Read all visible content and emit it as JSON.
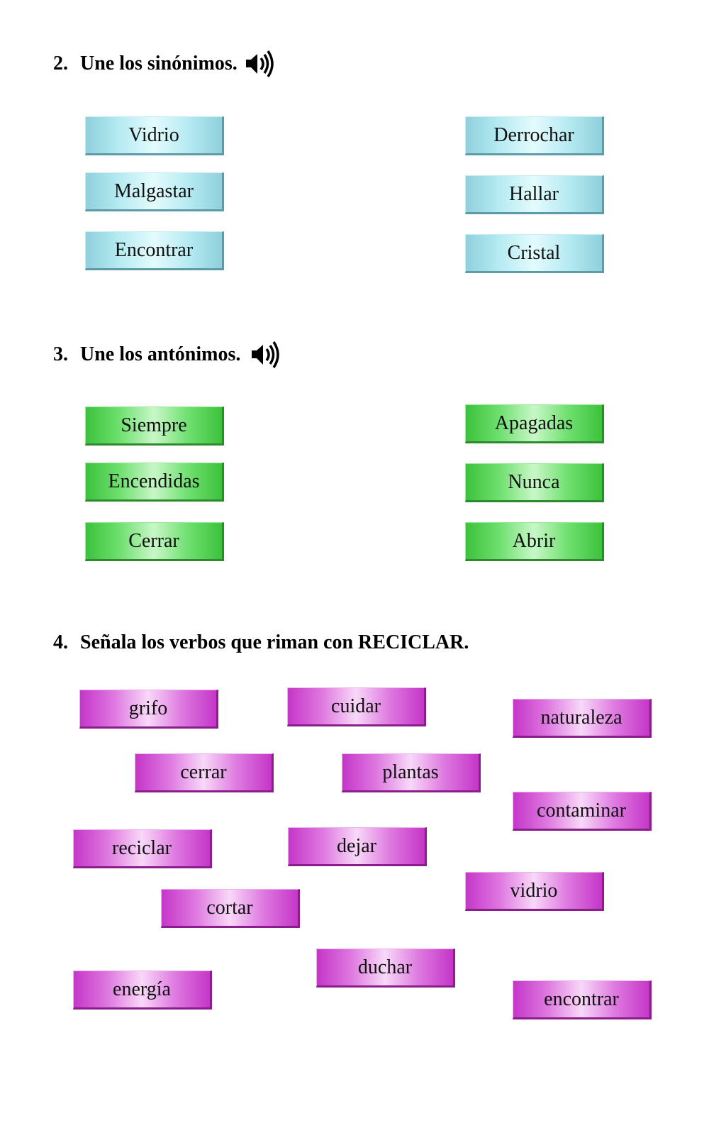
{
  "section2": {
    "number": "2.",
    "title": "Une los sinónimos.",
    "audio_icon": "speaker-icon",
    "left_items": [
      "Vidrio",
      "Malgastar",
      "Encontrar"
    ],
    "right_items": [
      "Derrochar",
      "Hallar",
      "Cristal"
    ]
  },
  "section3": {
    "number": "3.",
    "title": "Une los antónimos.",
    "audio_icon": "speaker-icon",
    "left_items": [
      "Siempre",
      "Encendidas",
      "Cerrar"
    ],
    "right_items": [
      "Apagadas",
      "Nunca",
      "Abrir"
    ]
  },
  "section4": {
    "number": "4.",
    "title": "Señala los verbos que riman con RECICLAR.",
    "words": [
      "grifo",
      "cuidar",
      "naturaleza",
      "cerrar",
      "plantas",
      "contaminar",
      "reciclar",
      "dejar",
      "vidrio",
      "cortar",
      "duchar",
      "energía",
      "encontrar"
    ]
  },
  "colors": {
    "synonym_card": "#b6ebf2",
    "antonym_card": "#6fe06f",
    "rhyme_card": "#de78e0"
  }
}
